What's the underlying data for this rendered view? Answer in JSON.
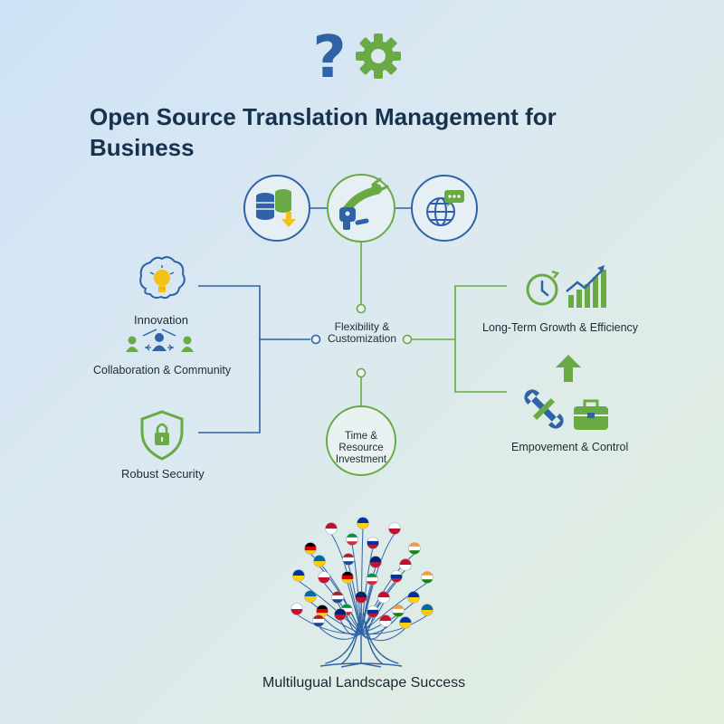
{
  "title": "Open Source Translation Management for Business",
  "colors": {
    "blue": "#2f62a6",
    "green": "#6aaa45",
    "yellow": "#f2c21b",
    "navy": "#17324d"
  },
  "icons": {
    "header": [
      "question-mark-icon",
      "gear-icon"
    ],
    "top_row": [
      "database-transfer-icon",
      "robot-arm-icon",
      "globe-chat-icon"
    ],
    "left": [
      "brain-lightbulb-icon",
      "people-network-icon",
      "security-shield-icon"
    ],
    "right": [
      "clock-growth-chart-icon",
      "up-arrow-icon",
      "wrench-icon",
      "toolbox-icon"
    ],
    "bottom": "flag-tree-icon"
  },
  "nodes": {
    "innovation": "Innovation",
    "collaboration": "Collaboration & Community",
    "security": "Robust Security",
    "flexibility": "Flexibility & Customization",
    "time": "Time & Resource Investment",
    "growth": "Long-Term Growth & Efficiency",
    "empowerment": "Empovement & Control",
    "success": "Multilugual Landscape Success"
  }
}
